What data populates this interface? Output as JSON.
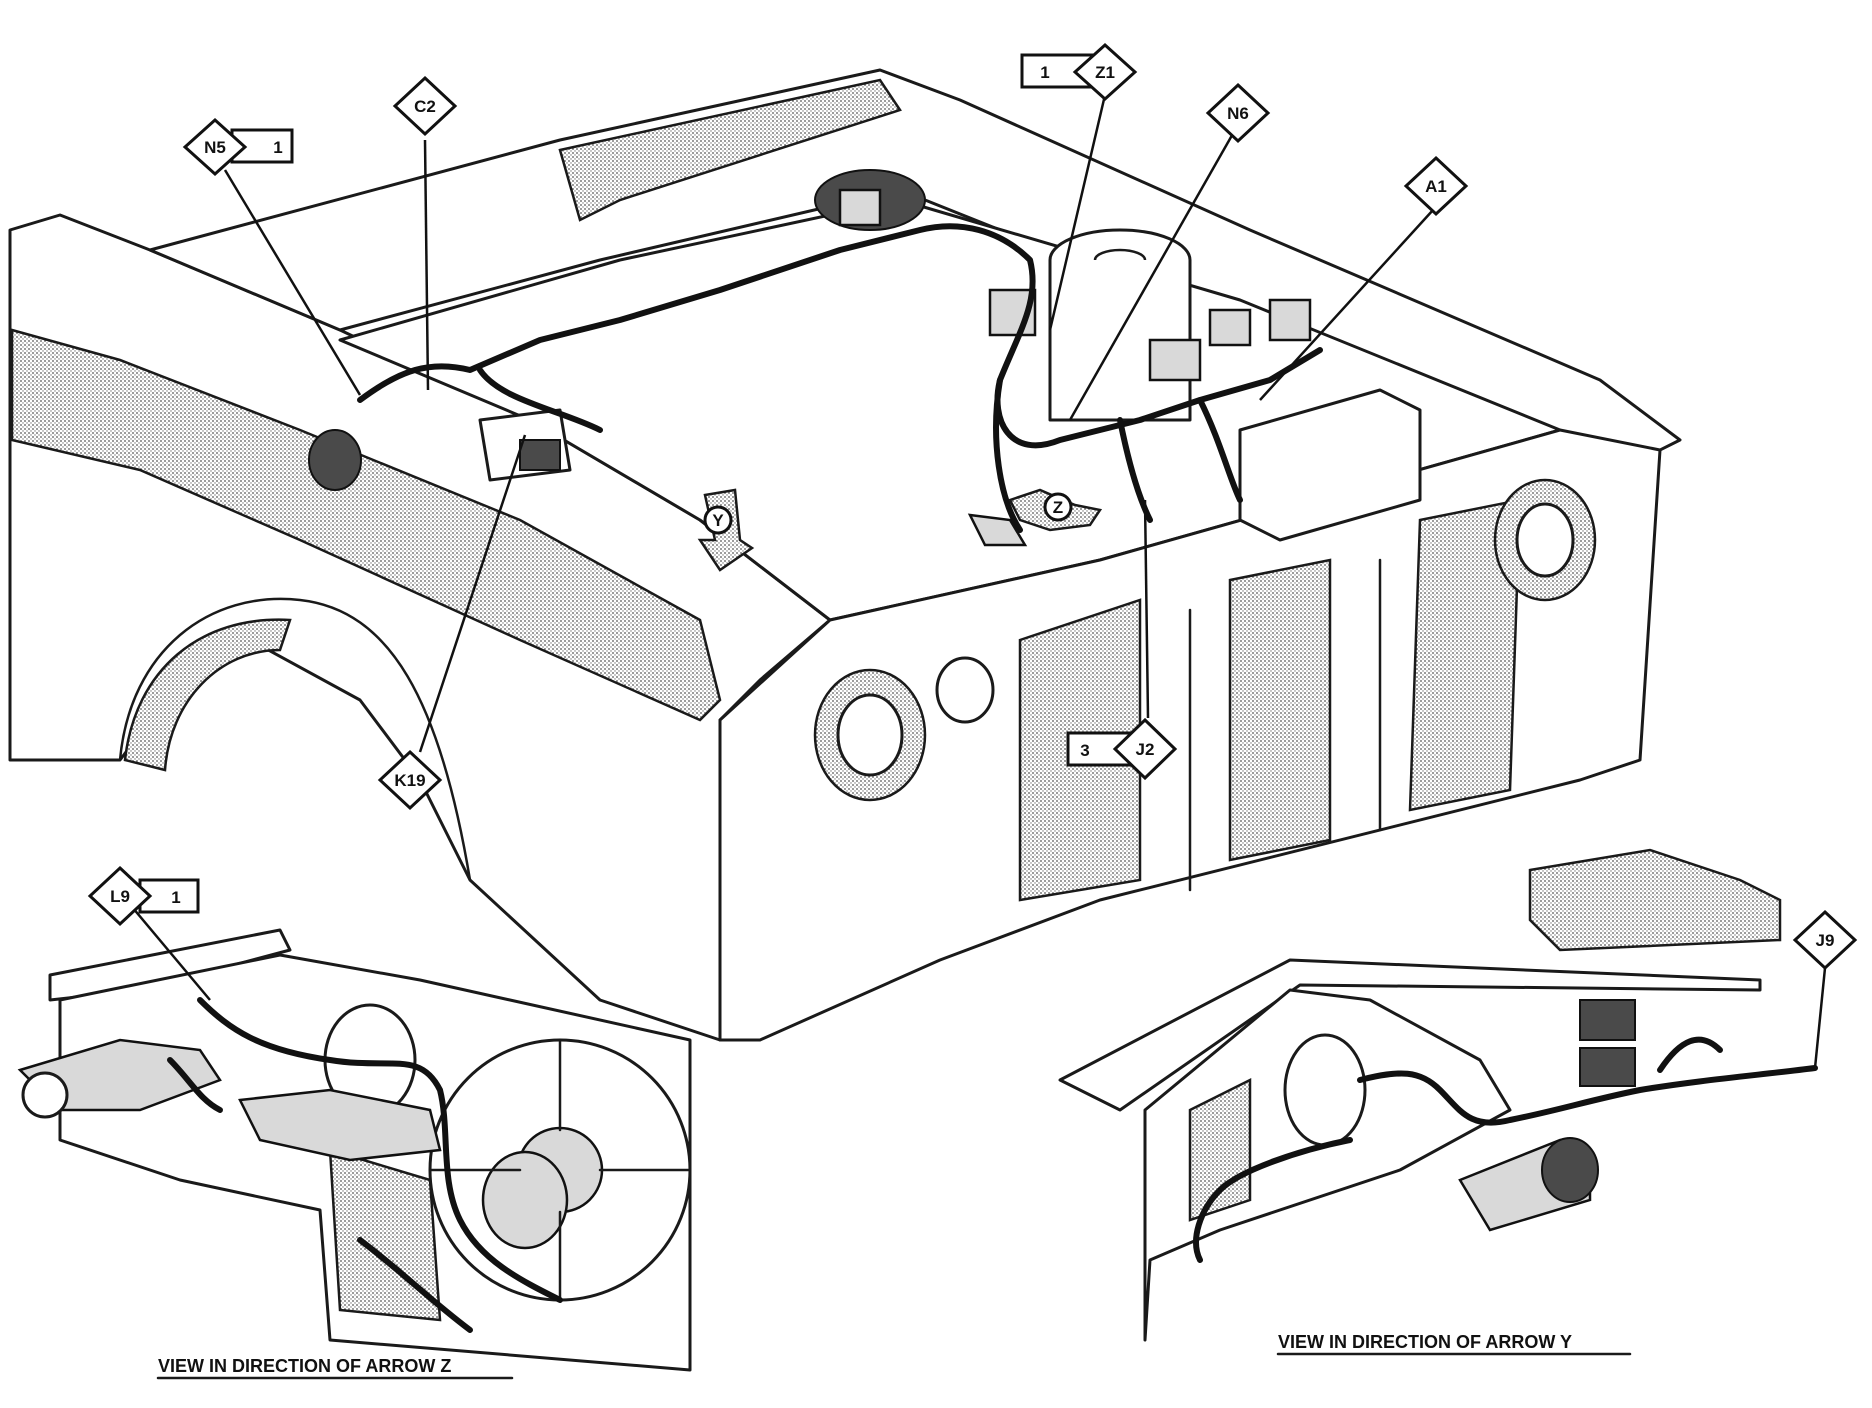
{
  "callouts": {
    "n5": {
      "code": "N5",
      "qty": "1"
    },
    "c2": {
      "code": "C2"
    },
    "z1": {
      "code": "Z1",
      "qty": "1"
    },
    "n6": {
      "code": "N6"
    },
    "a1": {
      "code": "A1"
    },
    "k19": {
      "code": "K19"
    },
    "j2": {
      "code": "J2",
      "qty": "3"
    },
    "l9": {
      "code": "L9",
      "qty": "1"
    },
    "j9": {
      "code": "J9"
    }
  },
  "arrows": {
    "y": "Y",
    "z": "Z"
  },
  "captions": {
    "view_z": "VIEW IN DIRECTION OF ARROW Z",
    "view_y": "VIEW IN DIRECTION OF ARROW Y"
  },
  "colors": {
    "ink": "#111111",
    "paper": "#ffffff",
    "shading": "#9a9a9a"
  }
}
